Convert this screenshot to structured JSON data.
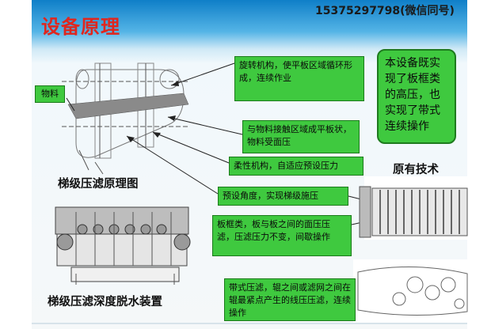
{
  "header": {
    "title": "设备原理",
    "contact": "15375297798(微信同号)"
  },
  "figures": {
    "principle_diagram_label": "梯级压滤原理图",
    "device_label": "梯级压滤深度脱水装置",
    "prior_art_label": "原有技术"
  },
  "annotations": {
    "material": "物料",
    "rotating_mechanism": "旋转机构，使平板区域循环形成，连续作业",
    "contact_zone": "与物料接触区域成平板状，物料受面压",
    "flexible_mechanism": "柔性机构，自适应预设压力",
    "preset_angle": "预设角度，实现梯级施压",
    "plate_frame": "板框类，板与板之间的面压压滤，压滤压力不变，间歇操作",
    "belt_type": "带式压滤，辊之间或滤网之间在辊最紧点产生的线压压滤，连续操作"
  },
  "summary_callout": "本设备既实现了板框类的高压，也实现了带式连续操作",
  "colors": {
    "title_red": "#e0261e",
    "box_green": "#3fc93f",
    "header_blue": "#0f7fc8"
  }
}
